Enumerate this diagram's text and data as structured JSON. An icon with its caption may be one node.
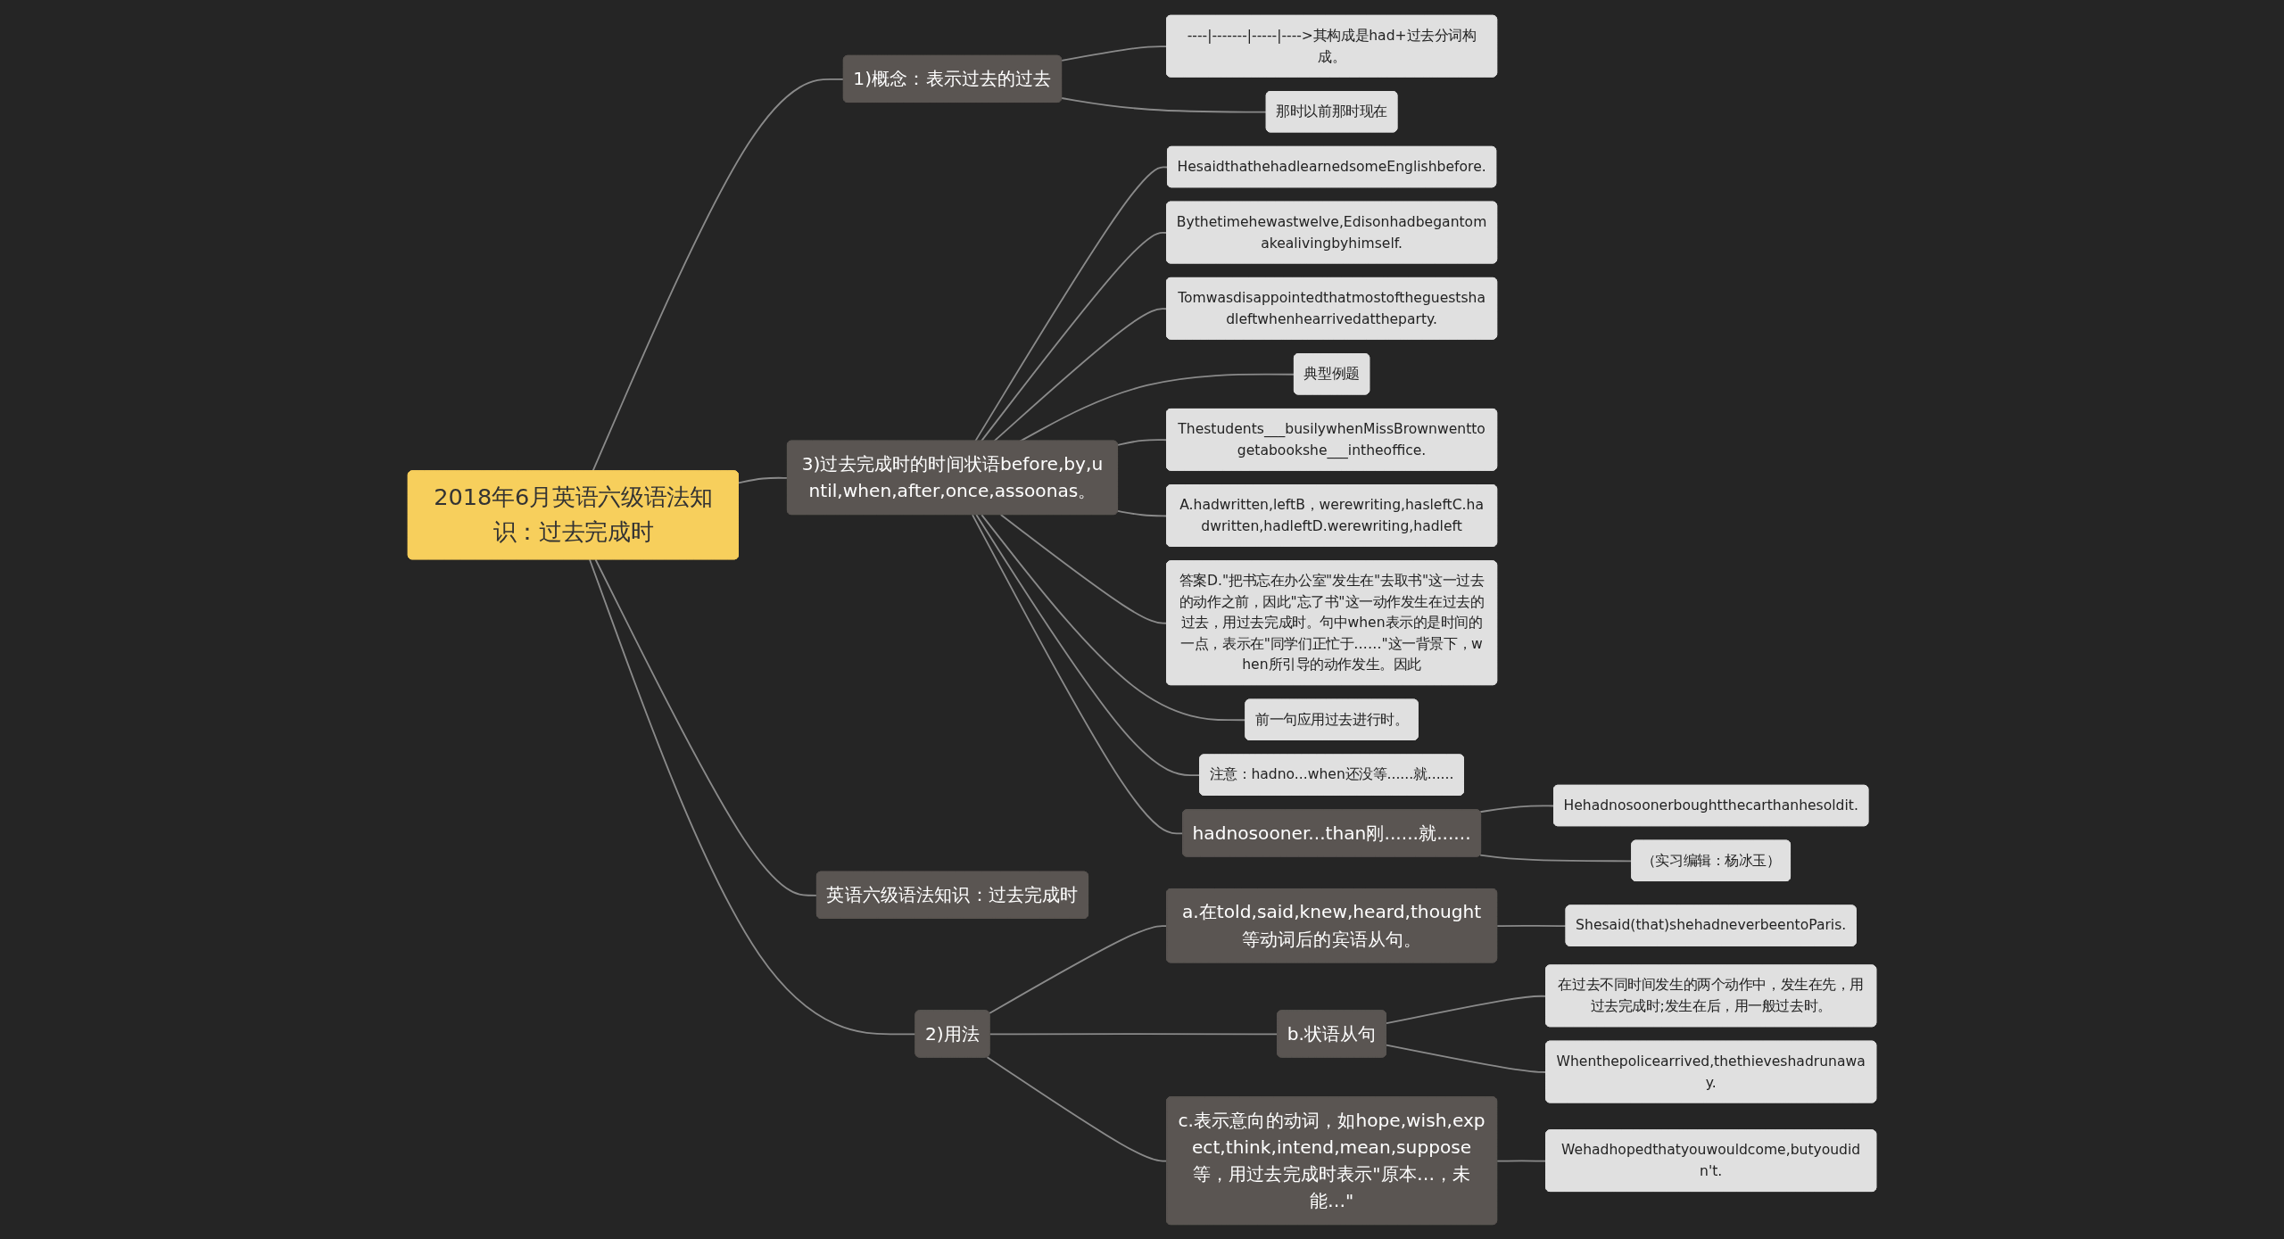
{
  "diagram": {
    "nodes": [
      {
        "text": [
          "2018年6月英语六级语法知识：过去完成时"
        ]
      },
      {
        "text": [
          "1)概念：表示过去的过去"
        ]
      },
      {
        "text": [
          "----|-------|-----|---->其构成是had+过去分词构成。"
        ]
      },
      {
        "text": [
          "那时以前那时现在"
        ]
      },
      {
        "text": [
          "3)过去完成时的时间状语before,by,until,when,after,once,assoonas。"
        ]
      },
      {
        "text": [
          "HesaidthathehadlearnedsomeEnglishbefore."
        ]
      },
      {
        "text": [
          "Bythetimehewastwelve,Edisonhadbegantomakealivingbyhimself."
        ]
      },
      {
        "text": [
          "Tomwasdisappointedthatmostoftheguestshadleftwhenhearrivedattheparty."
        ]
      },
      {
        "text": [
          "典型例题"
        ]
      },
      {
        "text": [
          "Thestudents___busilywhenMissBrownwenttogetabookshe___intheoffice."
        ]
      },
      {
        "text": [
          "A.hadwritten,leftB，werewriting,hasleftC.hadwritten,hadleftD.werewriting,hadleft"
        ]
      },
      {
        "text": [
          "答案D.\"把书忘在办公室\"发生在\"去取书\"这一过去的动作之前，因此\"忘了书\"这一动作发生在过去的过去，用过去完成时。句中when表示的是时间的一点，表示在\"同学们正忙于……\"这一背景下，when所引导的动作发生。因此"
        ]
      },
      {
        "text": [
          "前一句应用过去进行时。"
        ]
      },
      {
        "text": [
          "注意：hadno...when还没等......就......"
        ]
      },
      {
        "text": [
          "hadnosooner...than刚......就......"
        ]
      },
      {
        "text": [
          "Hehadnosoonerboughtthecarthanhesoldit."
        ]
      },
      {
        "text": [
          "（实习编辑：杨冰玉）"
        ]
      },
      {
        "text": [
          "英语六级语法知识：过去完成时"
        ]
      },
      {
        "text": [
          "2)用法"
        ]
      },
      {
        "text": [
          "a.在told,said,knew,heard,thought等动词后的宾语从句。"
        ]
      },
      {
        "text": [
          "Shesaid(that)shehadneverbeentoParis."
        ]
      },
      {
        "text": [
          "b.状语从句"
        ]
      },
      {
        "text": [
          "在过去不同时间发生的两个动作中，发生在先，用过去完成时;发生在后，用一般过去时。"
        ]
      },
      {
        "text": [
          "Whenthepolicearrived,thethieveshadrunaway."
        ]
      },
      {
        "text": [
          "c.表示意向的动词，如hope,wish,expect,think,intend,mean,suppose等，用过去完成时表示\"原本…，未能…\""
        ]
      },
      {
        "text": [
          "Wehadhopedthatyouwouldcome,butyoudidn't."
        ]
      }
    ],
    "edges": [
      {
        "from": 0,
        "to": 1,
        "arrow": "none"
      },
      {
        "from": 1,
        "to": 2,
        "arrow": "none"
      },
      {
        "from": 1,
        "to": 3,
        "arrow": "none"
      },
      {
        "from": 0,
        "to": 4,
        "arrow": "none"
      },
      {
        "from": 4,
        "to": 5,
        "arrow": "none"
      },
      {
        "from": 4,
        "to": 6,
        "arrow": "none"
      },
      {
        "from": 4,
        "to": 7,
        "arrow": "none"
      },
      {
        "from": 4,
        "to": 8,
        "arrow": "none"
      },
      {
        "from": 4,
        "to": 9,
        "arrow": "none"
      },
      {
        "from": 4,
        "to": 10,
        "arrow": "none"
      },
      {
        "from": 4,
        "to": 11,
        "arrow": "none"
      },
      {
        "from": 4,
        "to": 12,
        "arrow": "none"
      },
      {
        "from": 4,
        "to": 13,
        "arrow": "none"
      },
      {
        "from": 4,
        "to": 14,
        "arrow": "none"
      },
      {
        "from": 14,
        "to": 15,
        "arrow": "none"
      },
      {
        "from": 14,
        "to": 16,
        "arrow": "none"
      },
      {
        "from": 0,
        "to": 17,
        "arrow": "none"
      },
      {
        "from": 0,
        "to": 18,
        "arrow": "none"
      },
      {
        "from": 18,
        "to": 19,
        "arrow": "none"
      },
      {
        "from": 19,
        "to": 20,
        "arrow": "none"
      },
      {
        "from": 18,
        "to": 21,
        "arrow": "none"
      },
      {
        "from": 21,
        "to": 22,
        "arrow": "none"
      },
      {
        "from": 21,
        "to": 23,
        "arrow": "none"
      },
      {
        "from": 18,
        "to": 24,
        "arrow": "none"
      },
      {
        "from": 24,
        "to": 25,
        "arrow": "none"
      }
    ]
  }
}
